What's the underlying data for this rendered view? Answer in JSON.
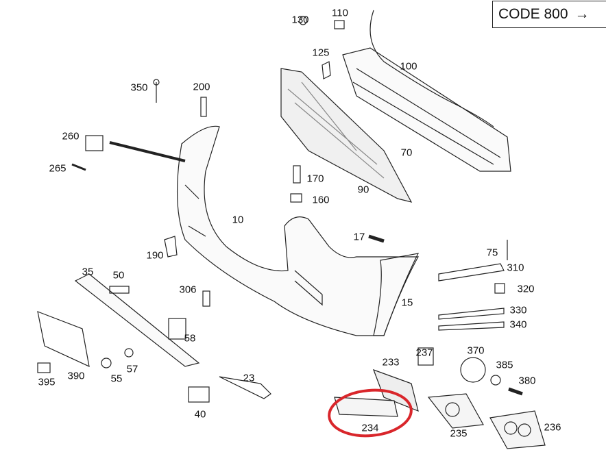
{
  "code_box": {
    "text": "CODE 800",
    "arrow": "→"
  },
  "highlight_color": "#d9262b",
  "highlighted_part": "234",
  "labels": {
    "p130": "130",
    "p110": "110",
    "p125": "125",
    "p100": "100",
    "p350": "350",
    "p200": "200",
    "p260": "260",
    "p265": "265",
    "p70": "70",
    "p170": "170",
    "p160": "160",
    "p90": "90",
    "p10": "10",
    "p17": "17",
    "p190": "190",
    "p75": "75",
    "p310": "310",
    "p35": "35",
    "p50": "50",
    "p306": "306",
    "p320": "320",
    "p15": "15",
    "p330": "330",
    "p340": "340",
    "p58": "58",
    "p233": "233",
    "p237": "237",
    "p370": "370",
    "p385": "385",
    "p380": "380",
    "p395": "395",
    "p390": "390",
    "p55": "55",
    "p57": "57",
    "p23": "23",
    "p40": "40",
    "p234": "234",
    "p235": "235",
    "p236": "236"
  }
}
